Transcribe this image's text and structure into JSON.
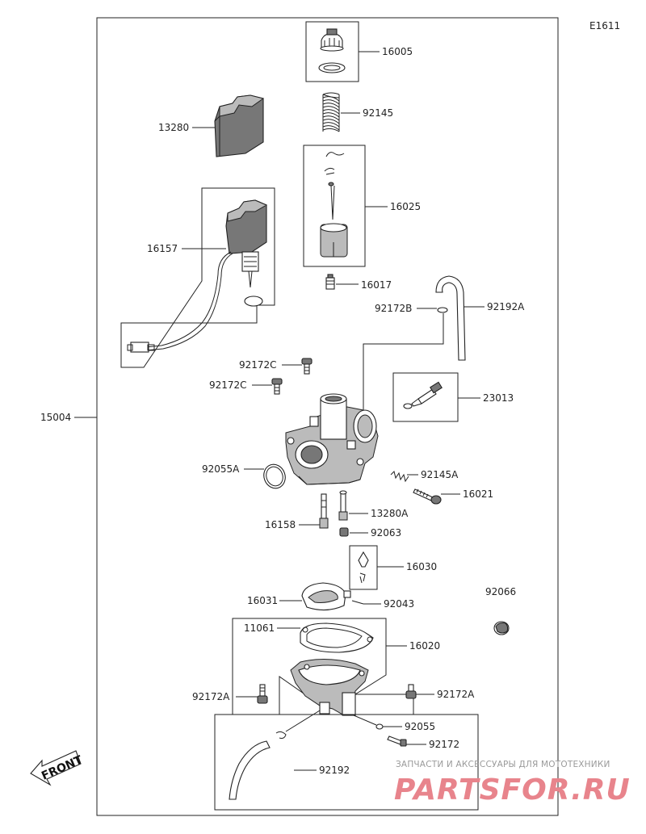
{
  "diagram_code": "E1611",
  "labels": {
    "p16005": "16005",
    "p92145": "92145",
    "p13280": "13280",
    "p16025": "16025",
    "p16157": "16157",
    "p16017": "16017",
    "p92172B": "92172B",
    "p92192A": "92192A",
    "p92172C_1": "92172C",
    "p92172C_2": "92172C",
    "p23013": "23013",
    "p15004": "15004",
    "p92055A": "92055A",
    "p92145A": "92145A",
    "p16021": "16021",
    "p13280A": "13280A",
    "p16158": "16158",
    "p92063": "92063",
    "p16030": "16030",
    "p16031": "16031",
    "p92043": "92043",
    "p92066": "92066",
    "p11061": "11061",
    "p16020": "16020",
    "p92172A_L": "92172A",
    "p92172A_R": "92172A",
    "p92055": "92055",
    "p92172": "92172",
    "p92192": "92192"
  },
  "front_arrow": "FRONT",
  "watermark": {
    "tagline": "ЗАПЧАСТИ И АКСЕССУАРЫ ДЛЯ МОТОТЕХНИКИ",
    "brand": "PARTSFOR.RU"
  }
}
